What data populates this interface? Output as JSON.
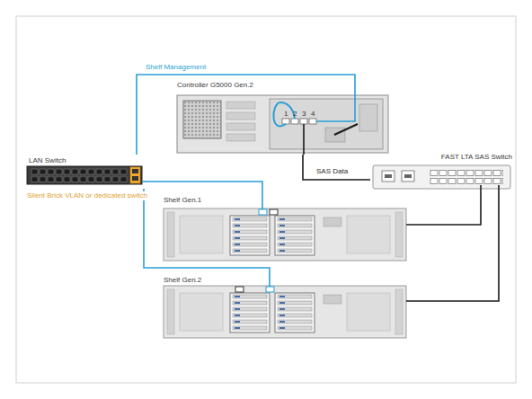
{
  "diagram": {
    "nodes": [
      {
        "text": [
          "Controller G5000 Gen.2"
        ]
      },
      {
        "text": [
          "LAN Switch"
        ]
      },
      {
        "text": [
          "FAST LTA SAS Switch"
        ]
      },
      {
        "text": [
          "Shelf Gen.1"
        ]
      },
      {
        "text": [
          "Shelf Gen.2"
        ]
      }
    ],
    "edges": [
      {
        "from": 1,
        "to": 0,
        "arrow": "none",
        "label": "Shelf Management"
      },
      {
        "from": 1,
        "to": 3,
        "arrow": "none"
      },
      {
        "from": 1,
        "to": 4,
        "arrow": "none"
      },
      {
        "from": 0,
        "to": 2,
        "arrow": "none",
        "label": "SAS Data"
      },
      {
        "from": 2,
        "to": 3,
        "arrow": "none"
      },
      {
        "from": 2,
        "to": 4,
        "arrow": "none"
      }
    ],
    "labels": [
      "Silent Brick VLAN or dedicated switch",
      "1",
      "2",
      "3",
      "4"
    ]
  }
}
